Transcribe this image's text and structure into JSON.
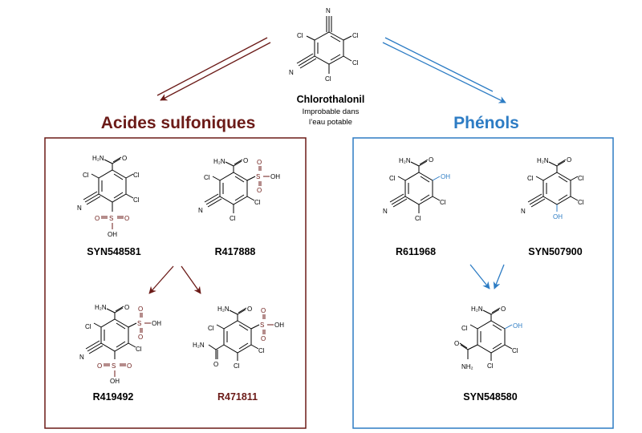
{
  "top": {
    "name": "Chlorothalonil",
    "note_line1": "Improbable dans",
    "note_line2": "l’eau potable"
  },
  "groups": {
    "sulfonic": {
      "heading": "Acides sulfoniques",
      "color": "#6b1a17",
      "compounds": [
        "SYN548581",
        "R417888",
        "R419492",
        "R471811"
      ]
    },
    "phenols": {
      "heading": "Phénols",
      "color": "#2d7cc4",
      "compounds": [
        "R611968",
        "SYN507900",
        "SYN548580"
      ]
    }
  },
  "atoms": {
    "cl": "Cl",
    "n": "N",
    "o": "O",
    "oh": "OH",
    "s": "S",
    "h2n": "H₂N",
    "nh2": "NH₂"
  }
}
